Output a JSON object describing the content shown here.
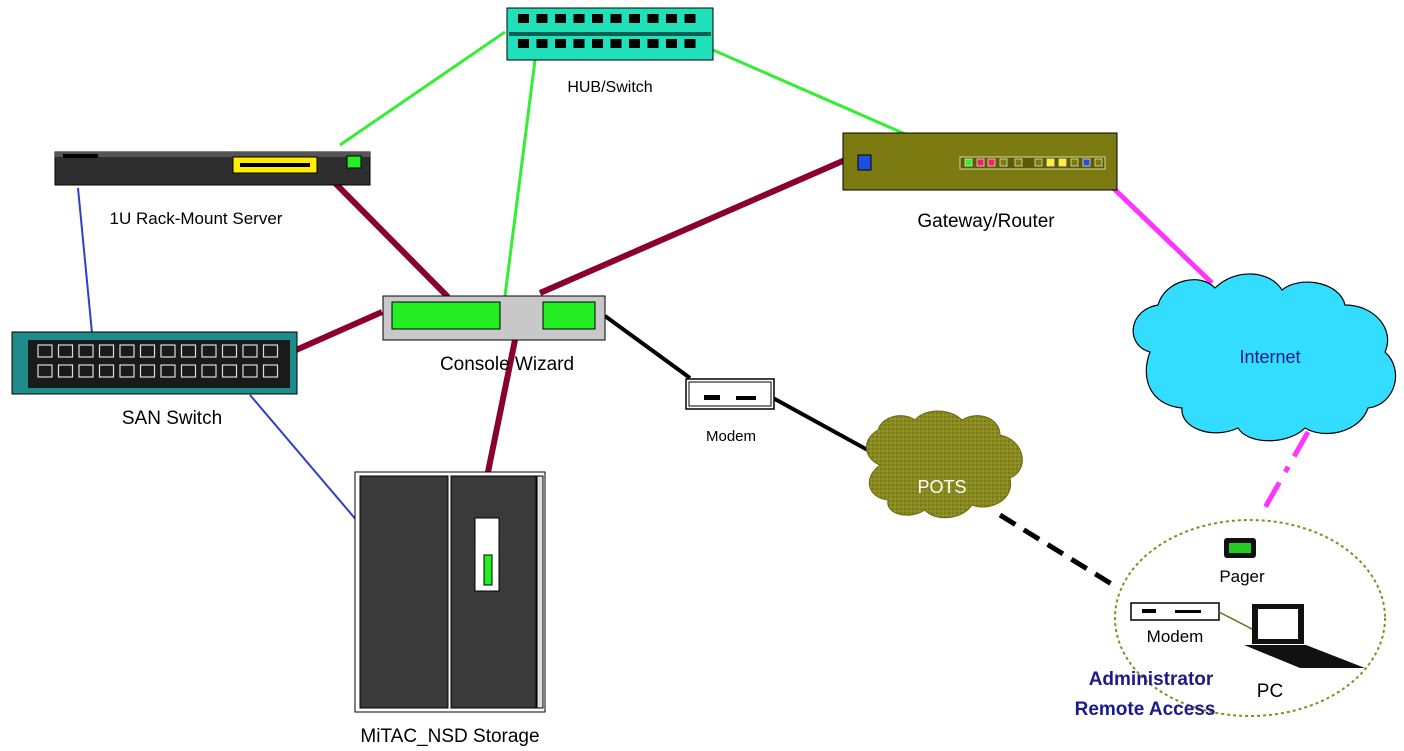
{
  "labels": {
    "hub": "HUB/Switch",
    "server": "1U Rack-Mount Server",
    "gateway": "Gateway/Router",
    "console": "Console Wizard",
    "san": "SAN Switch",
    "internet": "Internet",
    "modem": "Modem",
    "pots": "POTS",
    "pager": "Pager",
    "remote_modem": "Modem",
    "pc": "PC",
    "admin_line1": "Administrator",
    "admin_line2": "Remote Access",
    "storage": "MiTAC_NSD Storage"
  },
  "colors": {
    "lan_link": "#33ee33",
    "console_link": "#8a0030",
    "san_link": "#2f3fc8",
    "internet_link": "#ff33ff",
    "phone_link": "#000000",
    "hub_body": "#1fe0b8",
    "gateway_body": "#7b7b12",
    "san_body": "#1f8c8c",
    "console_screen": "#22ee22",
    "cloud_internet": "#33ddff",
    "cloud_pots": "#8a8a22",
    "admin_text": "#1a1a8c"
  }
}
